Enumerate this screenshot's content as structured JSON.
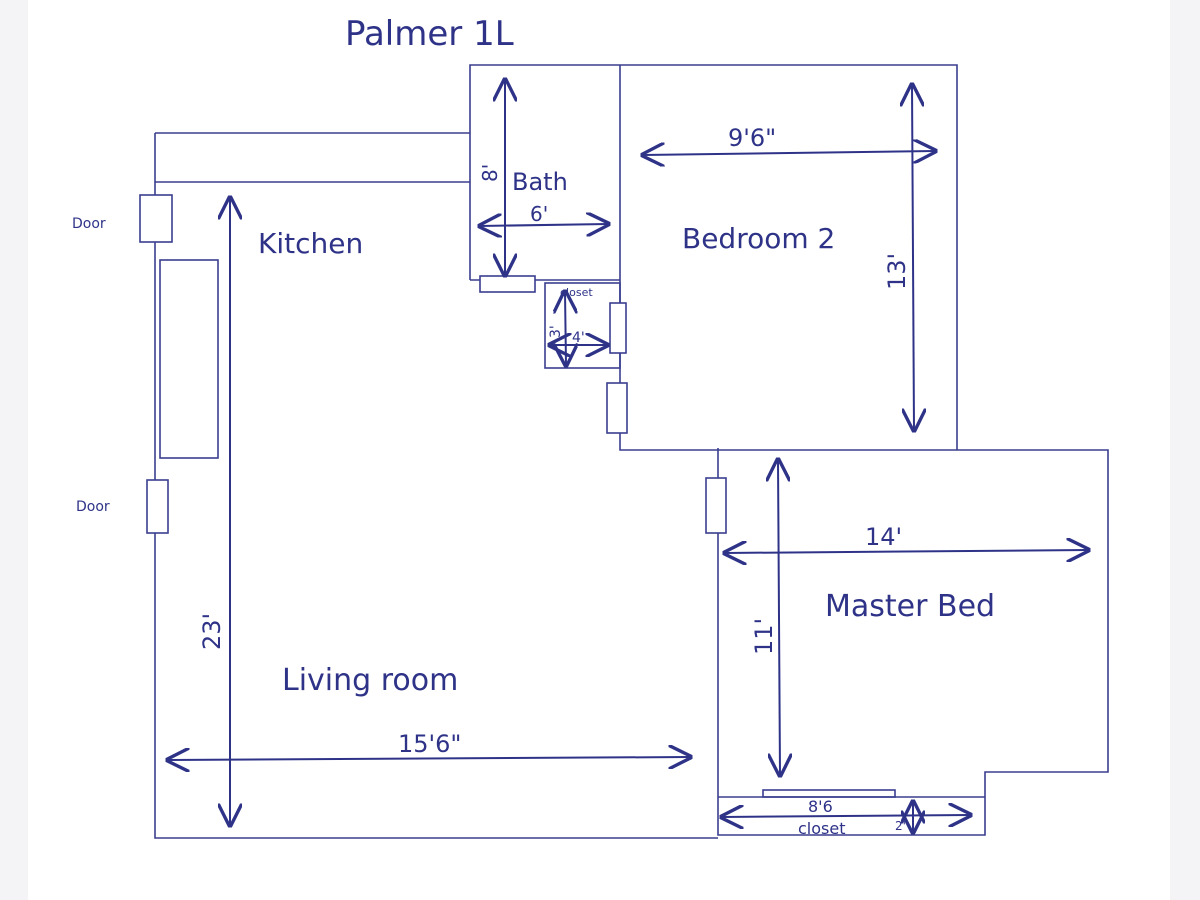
{
  "title": "Palmer 1L",
  "rooms": {
    "kitchen": "Kitchen",
    "bath": "Bath",
    "bedroom2": "Bedroom 2",
    "closet_small": "closet",
    "master": "Master Bed",
    "living": "Living room",
    "master_closet": "closet"
  },
  "doors": {
    "door1": "Door",
    "door2": "Door"
  },
  "dimensions": {
    "living_length": "23'",
    "living_width": "15'6\"",
    "bath_length": "8'",
    "bath_width": "6'",
    "bedroom2_width": "9'6\"",
    "bedroom2_length": "13'",
    "closet_width": "4'",
    "closet_length": "3'",
    "master_width": "14'",
    "master_length": "11'",
    "master_closet_width": "8'6",
    "master_closet_depth": "2'"
  },
  "colors": {
    "ink": "#2e3388",
    "paper": "#ffffff"
  }
}
